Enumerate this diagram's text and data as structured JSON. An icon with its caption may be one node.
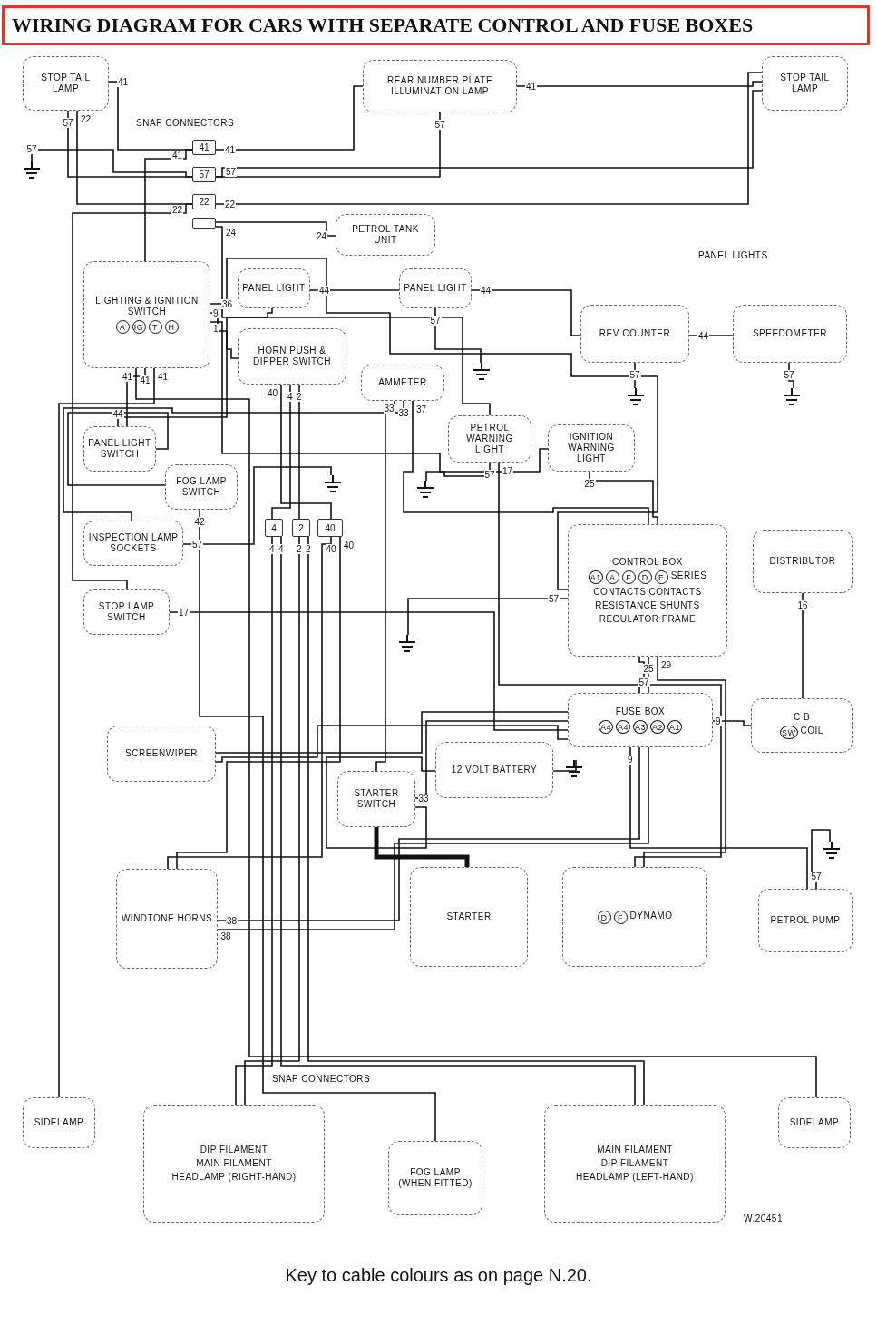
{
  "diagram": {
    "title": "WIRING DIAGRAM FOR CARS WITH SEPARATE CONTROL AND FUSE BOXES",
    "caption": "Key to cable colours as on page N.20.",
    "nodes": [
      {
        "text": [
          "STOP TAIL LAMP"
        ]
      },
      {
        "text": [
          "REAR NUMBER PLATE ILLUMINATION LAMP"
        ]
      },
      {
        "text": [
          "STOP TAIL LAMP"
        ]
      },
      {
        "text": [
          "41"
        ]
      },
      {
        "text": [
          "57"
        ]
      },
      {
        "text": [
          "22"
        ]
      },
      {
        "text": [],
        "shape": "box"
      },
      {
        "text": [
          "PETROL TANK UNIT"
        ]
      },
      {
        "text": [
          "LIGHTING & IGNITION SWITCH",
          "A",
          "IG",
          "T",
          "H"
        ]
      },
      {
        "text": [
          "PANEL LIGHT"
        ]
      },
      {
        "text": [
          "HORN PUSH & DIPPER SWITCH"
        ]
      },
      {
        "text": [
          "PANEL LIGHT"
        ]
      },
      {
        "text": [
          "AMMETER"
        ]
      },
      {
        "text": [
          "PETROL WARNING LIGHT"
        ]
      },
      {
        "text": [
          "IGNITION WARNING LIGHT"
        ]
      },
      {
        "text": [
          "REV COUNTER"
        ]
      },
      {
        "text": [
          "SPEEDOMETER"
        ]
      },
      {
        "text": [
          "PANEL LIGHT SWITCH"
        ]
      },
      {
        "text": [
          "FOG LAMP SWITCH"
        ]
      },
      {
        "text": [
          "INSPECTION LAMP SOCKETS"
        ]
      },
      {
        "text": [
          "4"
        ]
      },
      {
        "text": [
          "2"
        ]
      },
      {
        "text": [
          "40"
        ]
      },
      {
        "text": [
          "CONTROL BOX",
          "A1",
          "A",
          "F",
          "D",
          "E",
          "SERIES",
          "CONTACTS",
          "CONTACTS",
          "RESISTANCE",
          "SHUNTS",
          "REGULATOR FRAME"
        ]
      },
      {
        "text": [
          "DISTRIBUTOR"
        ]
      },
      {
        "text": [
          "STOP LAMP SWITCH"
        ]
      },
      {
        "text": [
          "FUSE BOX",
          "A4",
          "A4",
          "A3",
          "A2",
          "A1"
        ]
      },
      {
        "text": [
          "C B",
          "SW",
          "COIL"
        ]
      },
      {
        "text": [
          "SCREENWIPER"
        ]
      },
      {
        "text": [
          "12 VOLT BATTERY"
        ]
      },
      {
        "text": [
          "STARTER SWITCH"
        ]
      },
      {
        "text": [
          "WINDTONE HORNS"
        ]
      },
      {
        "text": [
          "STARTER"
        ]
      },
      {
        "text": [
          "D",
          "F",
          "DYNAMO"
        ]
      },
      {
        "text": [
          "PETROL PUMP"
        ]
      },
      {
        "text": [
          "SIDELAMP"
        ]
      },
      {
        "text": [
          "DIP FILAMENT",
          "MAIN FILAMENT",
          "HEADLAMP (RIGHT-HAND)"
        ]
      },
      {
        "text": [
          "FOG LAMP (WHEN FITTED)"
        ]
      },
      {
        "text": [
          "MAIN FILAMENT",
          "DIP FILAMENT",
          "HEADLAMP (LEFT-HAND)"
        ]
      },
      {
        "text": [
          "SIDELAMP"
        ]
      },
      {
        "text": [],
        "shape": "earth"
      },
      {
        "text": [],
        "shape": "earth"
      },
      {
        "text": [],
        "shape": "earth"
      },
      {
        "text": [],
        "shape": "earth"
      },
      {
        "text": [],
        "shape": "earth"
      },
      {
        "text": [],
        "shape": "earth"
      },
      {
        "text": [],
        "shape": "earth"
      },
      {
        "text": [],
        "shape": "earth"
      },
      {
        "text": [],
        "shape": "earth"
      }
    ],
    "edges": [
      {
        "from": 0,
        "to": 3,
        "arrow": "none",
        "label": "41"
      },
      {
        "from": 3,
        "to": 1,
        "arrow": "none",
        "label": "41"
      },
      {
        "from": 1,
        "to": 2,
        "arrow": "none",
        "label": "41"
      },
      {
        "from": 0,
        "to": 4,
        "arrow": "none",
        "label": "57"
      },
      {
        "from": 1,
        "to": 4,
        "arrow": "none",
        "label": "57"
      },
      {
        "from": 4,
        "to": 2,
        "arrow": "none",
        "label": "57"
      },
      {
        "from": 40,
        "to": 4,
        "arrow": "none",
        "label": "57"
      },
      {
        "from": 0,
        "to": 5,
        "arrow": "none",
        "label": "22"
      },
      {
        "from": 5,
        "to": 2,
        "arrow": "none",
        "label": "22"
      },
      {
        "from": 7,
        "to": 6,
        "arrow": "none",
        "label": "24"
      },
      {
        "from": 3,
        "to": 8,
        "arrow": "none",
        "label": "41"
      },
      {
        "from": 5,
        "to": 25,
        "arrow": "none",
        "label": "22"
      },
      {
        "from": 6,
        "to": 13,
        "arrow": "none",
        "label": "24"
      },
      {
        "from": 9,
        "to": 11,
        "arrow": "none",
        "label": "44"
      },
      {
        "from": 11,
        "to": 15,
        "arrow": "none",
        "label": "44"
      },
      {
        "from": 15,
        "to": 16,
        "arrow": "none",
        "label": "44"
      },
      {
        "from": 17,
        "to": 9,
        "arrow": "none",
        "label": "44"
      },
      {
        "from": 8,
        "to": 14,
        "arrow": "none",
        "label": "9"
      },
      {
        "from": 8,
        "to": 10,
        "arrow": "none",
        "label": "1"
      },
      {
        "from": 8,
        "to": 23,
        "arrow": "none",
        "label": "36"
      },
      {
        "from": 8,
        "to": 17,
        "arrow": "none",
        "label": "41"
      },
      {
        "from": 17,
        "to": 18,
        "arrow": "none"
      },
      {
        "from": 18,
        "to": 37,
        "arrow": "none",
        "label": "42"
      },
      {
        "from": 10,
        "to": 20,
        "arrow": "none",
        "label": "4"
      },
      {
        "from": 10,
        "to": 21,
        "arrow": "none",
        "label": "2"
      },
      {
        "from": 10,
        "to": 22,
        "arrow": "none",
        "label": "40"
      },
      {
        "from": 20,
        "to": 36,
        "arrow": "none",
        "label": "4"
      },
      {
        "from": 20,
        "to": 38,
        "arrow": "none",
        "label": "4"
      },
      {
        "from": 21,
        "to": 36,
        "arrow": "none",
        "label": "2"
      },
      {
        "from": 21,
        "to": 38,
        "arrow": "none",
        "label": "2"
      },
      {
        "from": 22,
        "to": 31,
        "arrow": "none",
        "label": "40"
      },
      {
        "from": 22,
        "to": 31,
        "arrow": "none",
        "label": "40"
      },
      {
        "from": 31,
        "to": 26,
        "arrow": "none",
        "label": "38"
      },
      {
        "from": 31,
        "to": 26,
        "arrow": "none",
        "label": "38"
      },
      {
        "from": 12,
        "to": 19,
        "arrow": "none",
        "label": "33"
      },
      {
        "from": 19,
        "to": 44,
        "arrow": "none",
        "label": "57"
      },
      {
        "from": 12,
        "to": 23,
        "arrow": "none",
        "label": "37"
      },
      {
        "from": 12,
        "to": 30,
        "arrow": "none",
        "label": "33"
      },
      {
        "from": 30,
        "to": 26,
        "arrow": "none",
        "label": "33"
      },
      {
        "from": 11,
        "to": 41,
        "arrow": "none",
        "label": "57"
      },
      {
        "from": 15,
        "to": 42,
        "arrow": "none",
        "label": "57"
      },
      {
        "from": 16,
        "to": 43,
        "arrow": "none",
        "label": "57"
      },
      {
        "from": 13,
        "to": 45,
        "arrow": "none",
        "label": "57"
      },
      {
        "from": 13,
        "to": 26,
        "arrow": "none",
        "label": "17"
      },
      {
        "from": 25,
        "to": 26,
        "arrow": "none",
        "label": "17"
      },
      {
        "from": 14,
        "to": 23,
        "arrow": "none",
        "label": "25"
      },
      {
        "from": 23,
        "to": 33,
        "arrow": "none",
        "label": "25"
      },
      {
        "from": 23,
        "to": 33,
        "arrow": "none",
        "label": "29"
      },
      {
        "from": 23,
        "to": 46,
        "arrow": "none",
        "label": "57"
      },
      {
        "from": 23,
        "to": 26,
        "arrow": "none",
        "label": "57"
      },
      {
        "from": 26,
        "to": 27,
        "arrow": "none",
        "label": "9"
      },
      {
        "from": 26,
        "to": 34,
        "arrow": "none",
        "label": "9"
      },
      {
        "from": 24,
        "to": 27,
        "arrow": "none",
        "label": "16"
      },
      {
        "from": 29,
        "to": 30,
        "arrow": "none"
      },
      {
        "from": 29,
        "to": 47,
        "arrow": "none"
      },
      {
        "from": 30,
        "to": 32,
        "arrow": "none",
        "style": "thick"
      },
      {
        "from": 28,
        "to": 26,
        "arrow": "none"
      },
      {
        "from": 28,
        "to": 26,
        "arrow": "none"
      },
      {
        "from": 8,
        "to": 35,
        "arrow": "none",
        "label": "41"
      },
      {
        "from": 8,
        "to": 39,
        "arrow": "none",
        "label": "41"
      },
      {
        "from": 34,
        "to": 48,
        "arrow": "none",
        "label": "57"
      }
    ],
    "labels": [
      "SNAP CONNECTORS",
      "PANEL LIGHTS",
      "SNAP CONNECTORS",
      "W.20451"
    ]
  }
}
